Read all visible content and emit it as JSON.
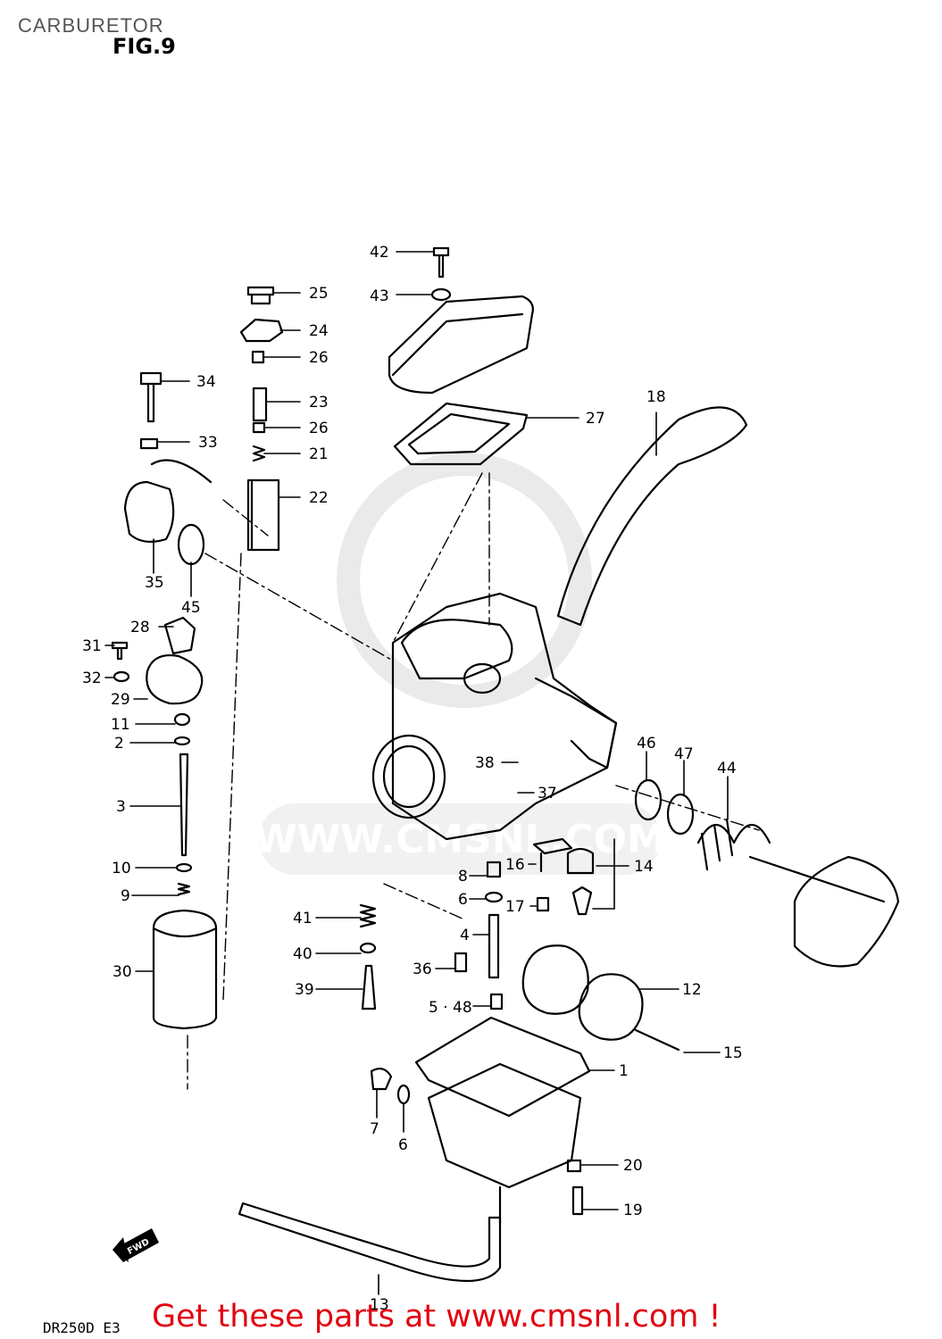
{
  "header": {
    "title": "CARBURETOR"
  },
  "figure": {
    "label": "FIG.9"
  },
  "model_code": "DR250D E3",
  "fwd_badge": "FWD",
  "watermark_text": "WWW.CMSNL.COM",
  "promo_text": "Get these parts at www.cmsnl.com !",
  "colors": {
    "line": "#000000",
    "promo": "#e3000f",
    "watermark": "#d9d9d9"
  },
  "callouts": [
    {
      "id": "c1",
      "label": "1"
    },
    {
      "id": "c2",
      "label": "2"
    },
    {
      "id": "c3",
      "label": "3"
    },
    {
      "id": "c4",
      "label": "4"
    },
    {
      "id": "c5",
      "label": "5 · 48"
    },
    {
      "id": "c6a",
      "label": "6"
    },
    {
      "id": "c6b",
      "label": "6"
    },
    {
      "id": "c7",
      "label": "7"
    },
    {
      "id": "c8",
      "label": "8"
    },
    {
      "id": "c9",
      "label": "9"
    },
    {
      "id": "c10",
      "label": "10"
    },
    {
      "id": "c11",
      "label": "11"
    },
    {
      "id": "c12",
      "label": "12"
    },
    {
      "id": "c13",
      "label": "13"
    },
    {
      "id": "c14",
      "label": "14"
    },
    {
      "id": "c15",
      "label": "15"
    },
    {
      "id": "c16",
      "label": "16"
    },
    {
      "id": "c17",
      "label": "17"
    },
    {
      "id": "c18",
      "label": "18"
    },
    {
      "id": "c19",
      "label": "19"
    },
    {
      "id": "c20",
      "label": "20"
    },
    {
      "id": "c21",
      "label": "21"
    },
    {
      "id": "c22",
      "label": "22"
    },
    {
      "id": "c23",
      "label": "23"
    },
    {
      "id": "c24",
      "label": "24"
    },
    {
      "id": "c25",
      "label": "25"
    },
    {
      "id": "c26a",
      "label": "26"
    },
    {
      "id": "c26b",
      "label": "26"
    },
    {
      "id": "c27",
      "label": "27"
    },
    {
      "id": "c28",
      "label": "28"
    },
    {
      "id": "c29",
      "label": "29"
    },
    {
      "id": "c30",
      "label": "30"
    },
    {
      "id": "c31",
      "label": "31"
    },
    {
      "id": "c32",
      "label": "32"
    },
    {
      "id": "c33",
      "label": "33"
    },
    {
      "id": "c34",
      "label": "34"
    },
    {
      "id": "c35",
      "label": "35"
    },
    {
      "id": "c36",
      "label": "36"
    },
    {
      "id": "c37",
      "label": "37"
    },
    {
      "id": "c38",
      "label": "38"
    },
    {
      "id": "c39",
      "label": "39"
    },
    {
      "id": "c40",
      "label": "40"
    },
    {
      "id": "c41",
      "label": "41"
    },
    {
      "id": "c42",
      "label": "42"
    },
    {
      "id": "c43",
      "label": "43"
    },
    {
      "id": "c44",
      "label": "44"
    },
    {
      "id": "c45",
      "label": "45"
    },
    {
      "id": "c46",
      "label": "46"
    },
    {
      "id": "c47",
      "label": "47"
    }
  ]
}
